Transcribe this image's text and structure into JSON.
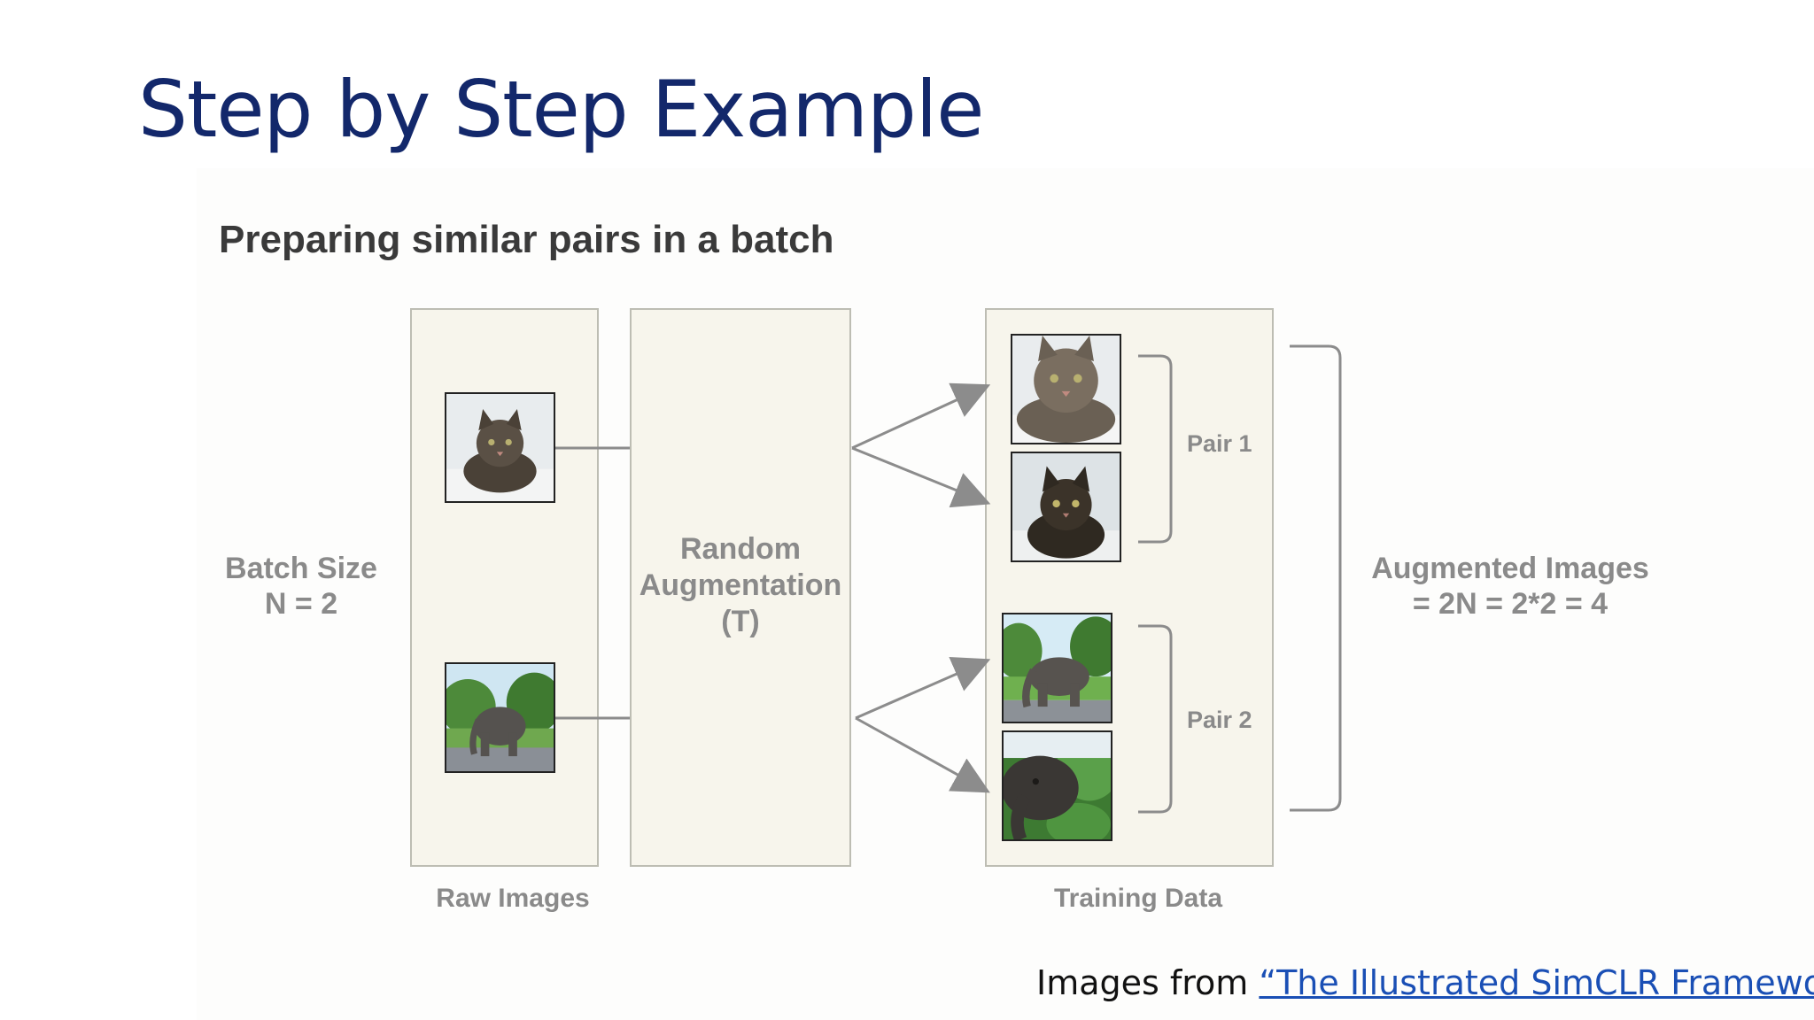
{
  "slide": {
    "title": "Step by Step Example"
  },
  "figure": {
    "heading": "Preparing similar pairs in a batch",
    "batch_size_line1": "Batch Size",
    "batch_size_line2": "N = 2",
    "augmentation_line1": "Random",
    "augmentation_line2": "Augmentation",
    "augmentation_line3": "(T)",
    "raw_images_label": "Raw Images",
    "training_data_label": "Training Data",
    "pair1_label": "Pair 1",
    "pair2_label": "Pair 2",
    "augmented_line1": "Augmented Images",
    "augmented_line2": "= 2N = 2*2 = 4",
    "images": {
      "raw": [
        "cat",
        "elephant"
      ],
      "training": [
        "cat",
        "cat",
        "elephant",
        "elephant"
      ]
    }
  },
  "credit": {
    "prefix": "Images from ",
    "link_text": "“The Illustrated SimCLR Framework”"
  },
  "colors": {
    "title": "#13286b",
    "box_fill": "#f7f5ec",
    "box_border": "#bdbdb3",
    "label_gray": "#8a8a8a",
    "link": "#1a4fb5"
  }
}
